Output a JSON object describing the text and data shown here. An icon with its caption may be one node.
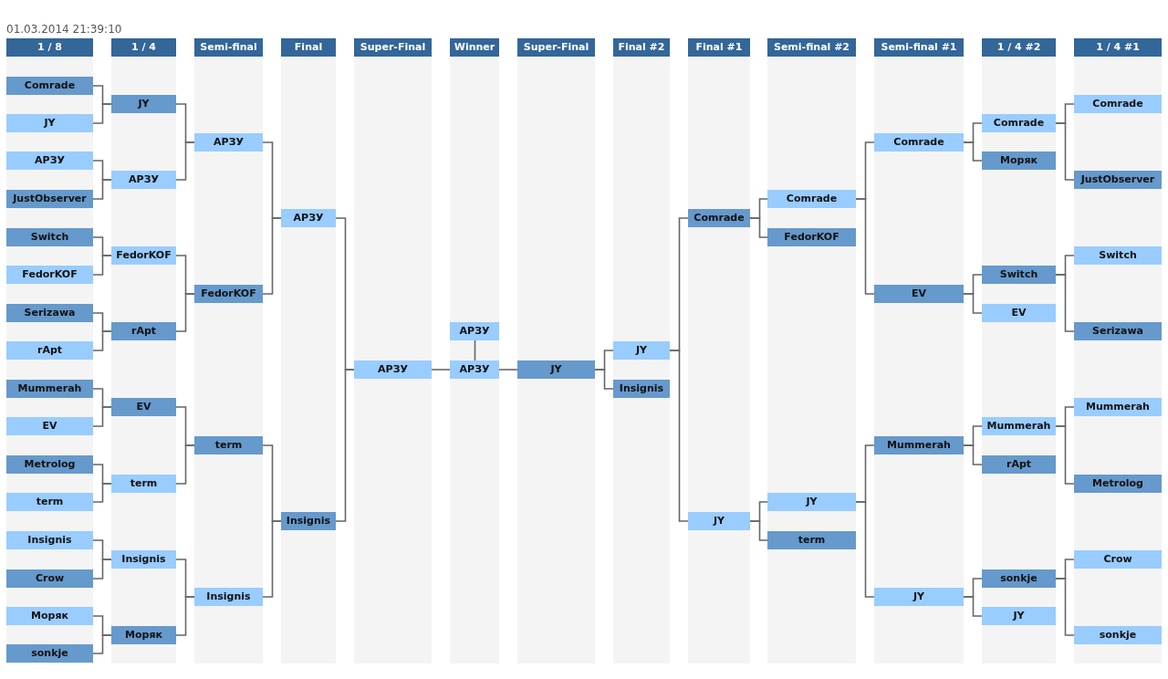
{
  "diagram": {
    "nodes": [
      {
        "text": [
          "1 / 8"
        ]
      },
      {
        "text": [
          "Comrade"
        ],
        "in": 0
      },
      {
        "text": [
          "JY"
        ],
        "in": 0
      },
      {
        "text": [
          "АРЗУ"
        ],
        "in": 0
      },
      {
        "text": [
          "JustObserver"
        ],
        "in": 0
      },
      {
        "text": [
          "Switch"
        ],
        "in": 0
      },
      {
        "text": [
          "FedorKOF"
        ],
        "in": 0
      },
      {
        "text": [
          "Serizawa"
        ],
        "in": 0
      },
      {
        "text": [
          "rApt"
        ],
        "in": 0
      },
      {
        "text": [
          "Mummerah"
        ],
        "in": 0
      },
      {
        "text": [
          "EV"
        ],
        "in": 0
      },
      {
        "text": [
          "Metrolog"
        ],
        "in": 0
      },
      {
        "text": [
          "term"
        ],
        "in": 0
      },
      {
        "text": [
          "Insignis"
        ],
        "in": 0
      },
      {
        "text": [
          "Crow"
        ],
        "in": 0
      },
      {
        "text": [
          "Моряк"
        ],
        "in": 0
      },
      {
        "text": [
          "sonkje"
        ],
        "in": 0
      },
      {
        "text": [
          "1 / 4"
        ]
      },
      {
        "text": [
          "JY"
        ],
        "in": 17
      },
      {
        "text": [
          "АРЗУ"
        ],
        "in": 17
      },
      {
        "text": [
          "FedorKOF"
        ],
        "in": 17
      },
      {
        "text": [
          "rApt"
        ],
        "in": 17
      },
      {
        "text": [
          "EV"
        ],
        "in": 17
      },
      {
        "text": [
          "term"
        ],
        "in": 17
      },
      {
        "text": [
          "Insignis"
        ],
        "in": 17
      },
      {
        "text": [
          "Моряк"
        ],
        "in": 17
      },
      {
        "text": [
          "Semi-final"
        ]
      },
      {
        "text": [
          "АРЗУ"
        ],
        "in": 26
      },
      {
        "text": [
          "FedorKOF"
        ],
        "in": 26
      },
      {
        "text": [
          "term"
        ],
        "in": 26
      },
      {
        "text": [
          "Insignis"
        ],
        "in": 26
      },
      {
        "text": [
          "Final"
        ]
      },
      {
        "text": [
          "АРЗУ"
        ],
        "in": 31
      },
      {
        "text": [
          "Insignis"
        ],
        "in": 31
      },
      {
        "text": [
          "Super-Final"
        ]
      },
      {
        "text": [
          "АРЗУ"
        ],
        "in": 34
      },
      {
        "text": [
          "Winner"
        ]
      },
      {
        "text": [
          "АРЗУ"
        ],
        "in": 36
      },
      {
        "text": [
          "АРЗУ"
        ],
        "in": 36
      },
      {
        "text": [
          "Super-Final"
        ]
      },
      {
        "text": [
          "JY"
        ],
        "in": 39
      },
      {
        "text": [
          "Final #2"
        ]
      },
      {
        "text": [
          "JY"
        ],
        "in": 41
      },
      {
        "text": [
          "Insignis"
        ],
        "in": 41
      },
      {
        "text": [
          "Final #1"
        ]
      },
      {
        "text": [
          "Comrade"
        ],
        "in": 44
      },
      {
        "text": [
          "JY"
        ],
        "in": 44
      },
      {
        "text": [
          "Semi-final #2"
        ]
      },
      {
        "text": [
          "Comrade"
        ],
        "in": 47
      },
      {
        "text": [
          "FedorKOF"
        ],
        "in": 47
      },
      {
        "text": [
          "JY"
        ],
        "in": 47
      },
      {
        "text": [
          "term"
        ],
        "in": 47
      },
      {
        "text": [
          "Semi-final #1"
        ]
      },
      {
        "text": [
          "Comrade"
        ],
        "in": 52
      },
      {
        "text": [
          "EV"
        ],
        "in": 52
      },
      {
        "text": [
          "Mummerah"
        ],
        "in": 52
      },
      {
        "text": [
          "JY"
        ],
        "in": 52
      },
      {
        "text": [
          "1 / 4 #2"
        ]
      },
      {
        "text": [
          "Comrade"
        ],
        "in": 57
      },
      {
        "text": [
          "Моряк"
        ],
        "in": 57
      },
      {
        "text": [
          "Switch"
        ],
        "in": 57
      },
      {
        "text": [
          "EV"
        ],
        "in": 57
      },
      {
        "text": [
          "Mummerah"
        ],
        "in": 57
      },
      {
        "text": [
          "rApt"
        ],
        "in": 57
      },
      {
        "text": [
          "sonkje"
        ],
        "in": 57
      },
      {
        "text": [
          "JY"
        ],
        "in": 57
      },
      {
        "text": [
          "1 / 4 #1"
        ]
      },
      {
        "text": [
          "Comrade"
        ],
        "in": 66
      },
      {
        "text": [
          "JustObserver"
        ],
        "in": 66
      },
      {
        "text": [
          "Switch"
        ],
        "in": 66
      },
      {
        "text": [
          "Serizawa"
        ],
        "in": 66
      },
      {
        "text": [
          "Mummerah"
        ],
        "in": 66
      },
      {
        "text": [
          "Metrolog"
        ],
        "in": 66
      },
      {
        "text": [
          "Crow"
        ],
        "in": 66
      },
      {
        "text": [
          "sonkje"
        ],
        "in": 66
      }
    ],
    "edges": [
      {
        "from": 1,
        "to": 18,
        "arrow": "none"
      },
      {
        "from": 2,
        "to": 18,
        "arrow": "none"
      },
      {
        "from": 3,
        "to": 19,
        "arrow": "none"
      },
      {
        "from": 4,
        "to": 19,
        "arrow": "none"
      },
      {
        "from": 5,
        "to": 20,
        "arrow": "none"
      },
      {
        "from": 6,
        "to": 20,
        "arrow": "none"
      },
      {
        "from": 7,
        "to": 21,
        "arrow": "none"
      },
      {
        "from": 8,
        "to": 21,
        "arrow": "none"
      },
      {
        "from": 9,
        "to": 22,
        "arrow": "none"
      },
      {
        "from": 10,
        "to": 22,
        "arrow": "none"
      },
      {
        "from": 11,
        "to": 23,
        "arrow": "none"
      },
      {
        "from": 12,
        "to": 23,
        "arrow": "none"
      },
      {
        "from": 13,
        "to": 24,
        "arrow": "none"
      },
      {
        "from": 14,
        "to": 24,
        "arrow": "none"
      },
      {
        "from": 15,
        "to": 25,
        "arrow": "none"
      },
      {
        "from": 16,
        "to": 25,
        "arrow": "none"
      },
      {
        "from": 18,
        "to": 27,
        "arrow": "none"
      },
      {
        "from": 19,
        "to": 27,
        "arrow": "none"
      },
      {
        "from": 20,
        "to": 28,
        "arrow": "none"
      },
      {
        "from": 21,
        "to": 28,
        "arrow": "none"
      },
      {
        "from": 22,
        "to": 29,
        "arrow": "none"
      },
      {
        "from": 23,
        "to": 29,
        "arrow": "none"
      },
      {
        "from": 24,
        "to": 30,
        "arrow": "none"
      },
      {
        "from": 25,
        "to": 30,
        "arrow": "none"
      },
      {
        "from": 27,
        "to": 32,
        "arrow": "none"
      },
      {
        "from": 28,
        "to": 32,
        "arrow": "none"
      },
      {
        "from": 29,
        "to": 33,
        "arrow": "none"
      },
      {
        "from": 30,
        "to": 33,
        "arrow": "none"
      },
      {
        "from": 32,
        "to": 35,
        "arrow": "none"
      },
      {
        "from": 33,
        "to": 35,
        "arrow": "none"
      },
      {
        "from": 35,
        "to": 38,
        "arrow": "none"
      },
      {
        "from": 37,
        "to": 38,
        "arrow": "none"
      },
      {
        "from": 38,
        "to": 40,
        "arrow": "none"
      },
      {
        "from": 42,
        "to": 40,
        "arrow": "none"
      },
      {
        "from": 43,
        "to": 40,
        "arrow": "none"
      },
      {
        "from": 45,
        "to": 42,
        "arrow": "none"
      },
      {
        "from": 46,
        "to": 42,
        "arrow": "none"
      },
      {
        "from": 48,
        "to": 45,
        "arrow": "none"
      },
      {
        "from": 49,
        "to": 45,
        "arrow": "none"
      },
      {
        "from": 50,
        "to": 46,
        "arrow": "none"
      },
      {
        "from": 51,
        "to": 46,
        "arrow": "none"
      },
      {
        "from": 53,
        "to": 48,
        "arrow": "none"
      },
      {
        "from": 54,
        "to": 48,
        "arrow": "none"
      },
      {
        "from": 55,
        "to": 50,
        "arrow": "none"
      },
      {
        "from": 56,
        "to": 50,
        "arrow": "none"
      },
      {
        "from": 58,
        "to": 53,
        "arrow": "none"
      },
      {
        "from": 59,
        "to": 53,
        "arrow": "none"
      },
      {
        "from": 60,
        "to": 54,
        "arrow": "none"
      },
      {
        "from": 61,
        "to": 54,
        "arrow": "none"
      },
      {
        "from": 62,
        "to": 55,
        "arrow": "none"
      },
      {
        "from": 63,
        "to": 55,
        "arrow": "none"
      },
      {
        "from": 64,
        "to": 56,
        "arrow": "none"
      },
      {
        "from": 65,
        "to": 56,
        "arrow": "none"
      },
      {
        "from": 67,
        "to": 58,
        "arrow": "none"
      },
      {
        "from": 68,
        "to": 58,
        "arrow": "none"
      },
      {
        "from": 69,
        "to": 60,
        "arrow": "none"
      },
      {
        "from": 70,
        "to": 60,
        "arrow": "none"
      },
      {
        "from": 71,
        "to": 62,
        "arrow": "none"
      },
      {
        "from": 72,
        "to": 62,
        "arrow": "none"
      },
      {
        "from": 73,
        "to": 64,
        "arrow": "none"
      },
      {
        "from": 74,
        "to": 64,
        "arrow": "none"
      }
    ],
    "labels": [
      "01.03.2014 21:39:10"
    ]
  }
}
